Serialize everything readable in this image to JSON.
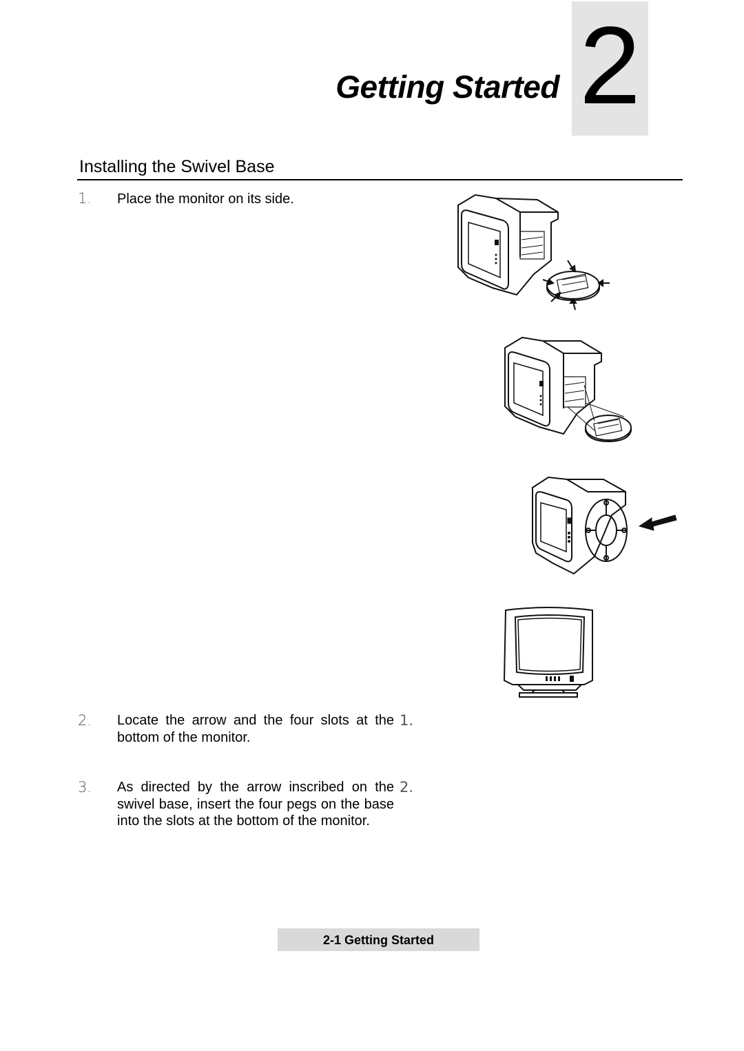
{
  "chapter": {
    "title": "Getting Started",
    "number": "2"
  },
  "section": {
    "heading": "Installing the Swivel Base"
  },
  "steps": [
    {
      "num": "1.",
      "text": "Place the monitor on its side."
    },
    {
      "num": "2.",
      "text": "Locate the arrow and the four slots at the bottom of the monitor."
    },
    {
      "num": "3.",
      "text": "As directed by the arrow inscribed on the swivel base, insert the four pegs on the base into the slots at the bottom of the monitor."
    }
  ],
  "figure_labels": [
    "1.",
    "2."
  ],
  "footer": {
    "label": "2-1 Getting Started"
  }
}
